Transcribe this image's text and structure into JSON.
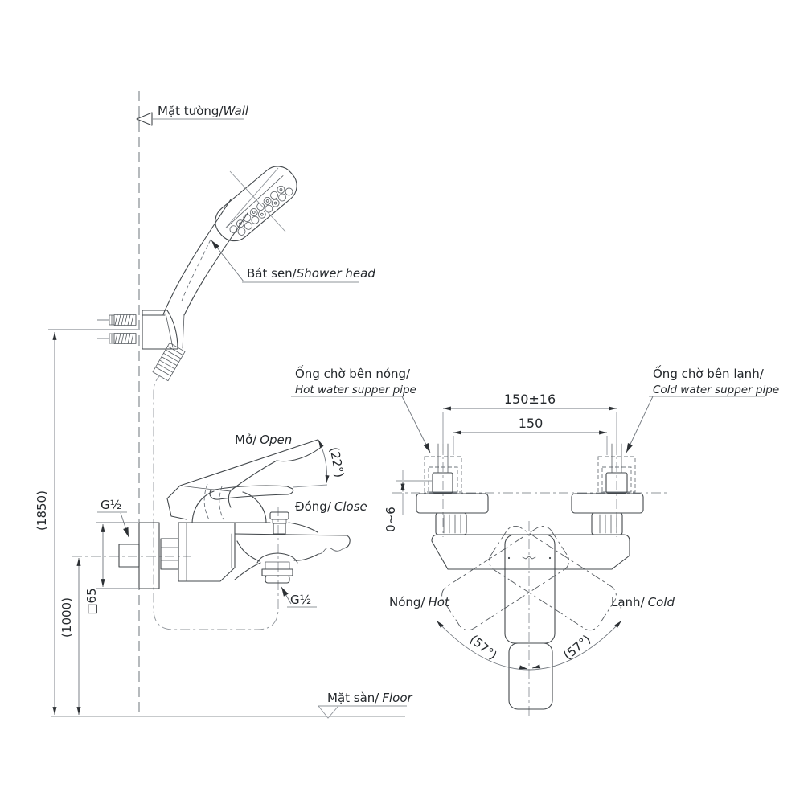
{
  "side_view": {
    "wall_label": {
      "vi": "Mặt tường/",
      "en": "Wall"
    },
    "shower_label": {
      "vi": "Bát sen/",
      "en": "Shower head"
    },
    "open_label": {
      "vi": "Mở/",
      "en": "Open"
    },
    "open_angle": "(22°)",
    "close_label": {
      "vi": "Đóng/",
      "en": "Close"
    },
    "thread_wall": "G½",
    "thread_spout": "G½",
    "dim_holder_height": "(1850)",
    "dim_valve_height": "(1000)",
    "dim_plate_size": "□65",
    "floor_label": {
      "vi": "Mặt sàn/",
      "en": "Floor"
    }
  },
  "front_view": {
    "hot_pipe_label": {
      "vi": "Ống chờ bên nóng/",
      "en": "Hot water supper pipe"
    },
    "cold_pipe_label": {
      "vi": "Ống chờ bên lạnh/",
      "en": "Cold water supper pipe"
    },
    "dim_span_tolerance": "150±16",
    "dim_span": "150",
    "dim_wall_gap": "0~6",
    "hot_label": {
      "vi": "Nóng/",
      "en": "Hot"
    },
    "cold_label": {
      "vi": "Lạnh/",
      "en": "Cold"
    },
    "angle_left": "(57°)",
    "angle_right": "(57°)"
  },
  "colors": {
    "line": "#43484c",
    "dim": "#6f757c",
    "text": "#24282c"
  }
}
